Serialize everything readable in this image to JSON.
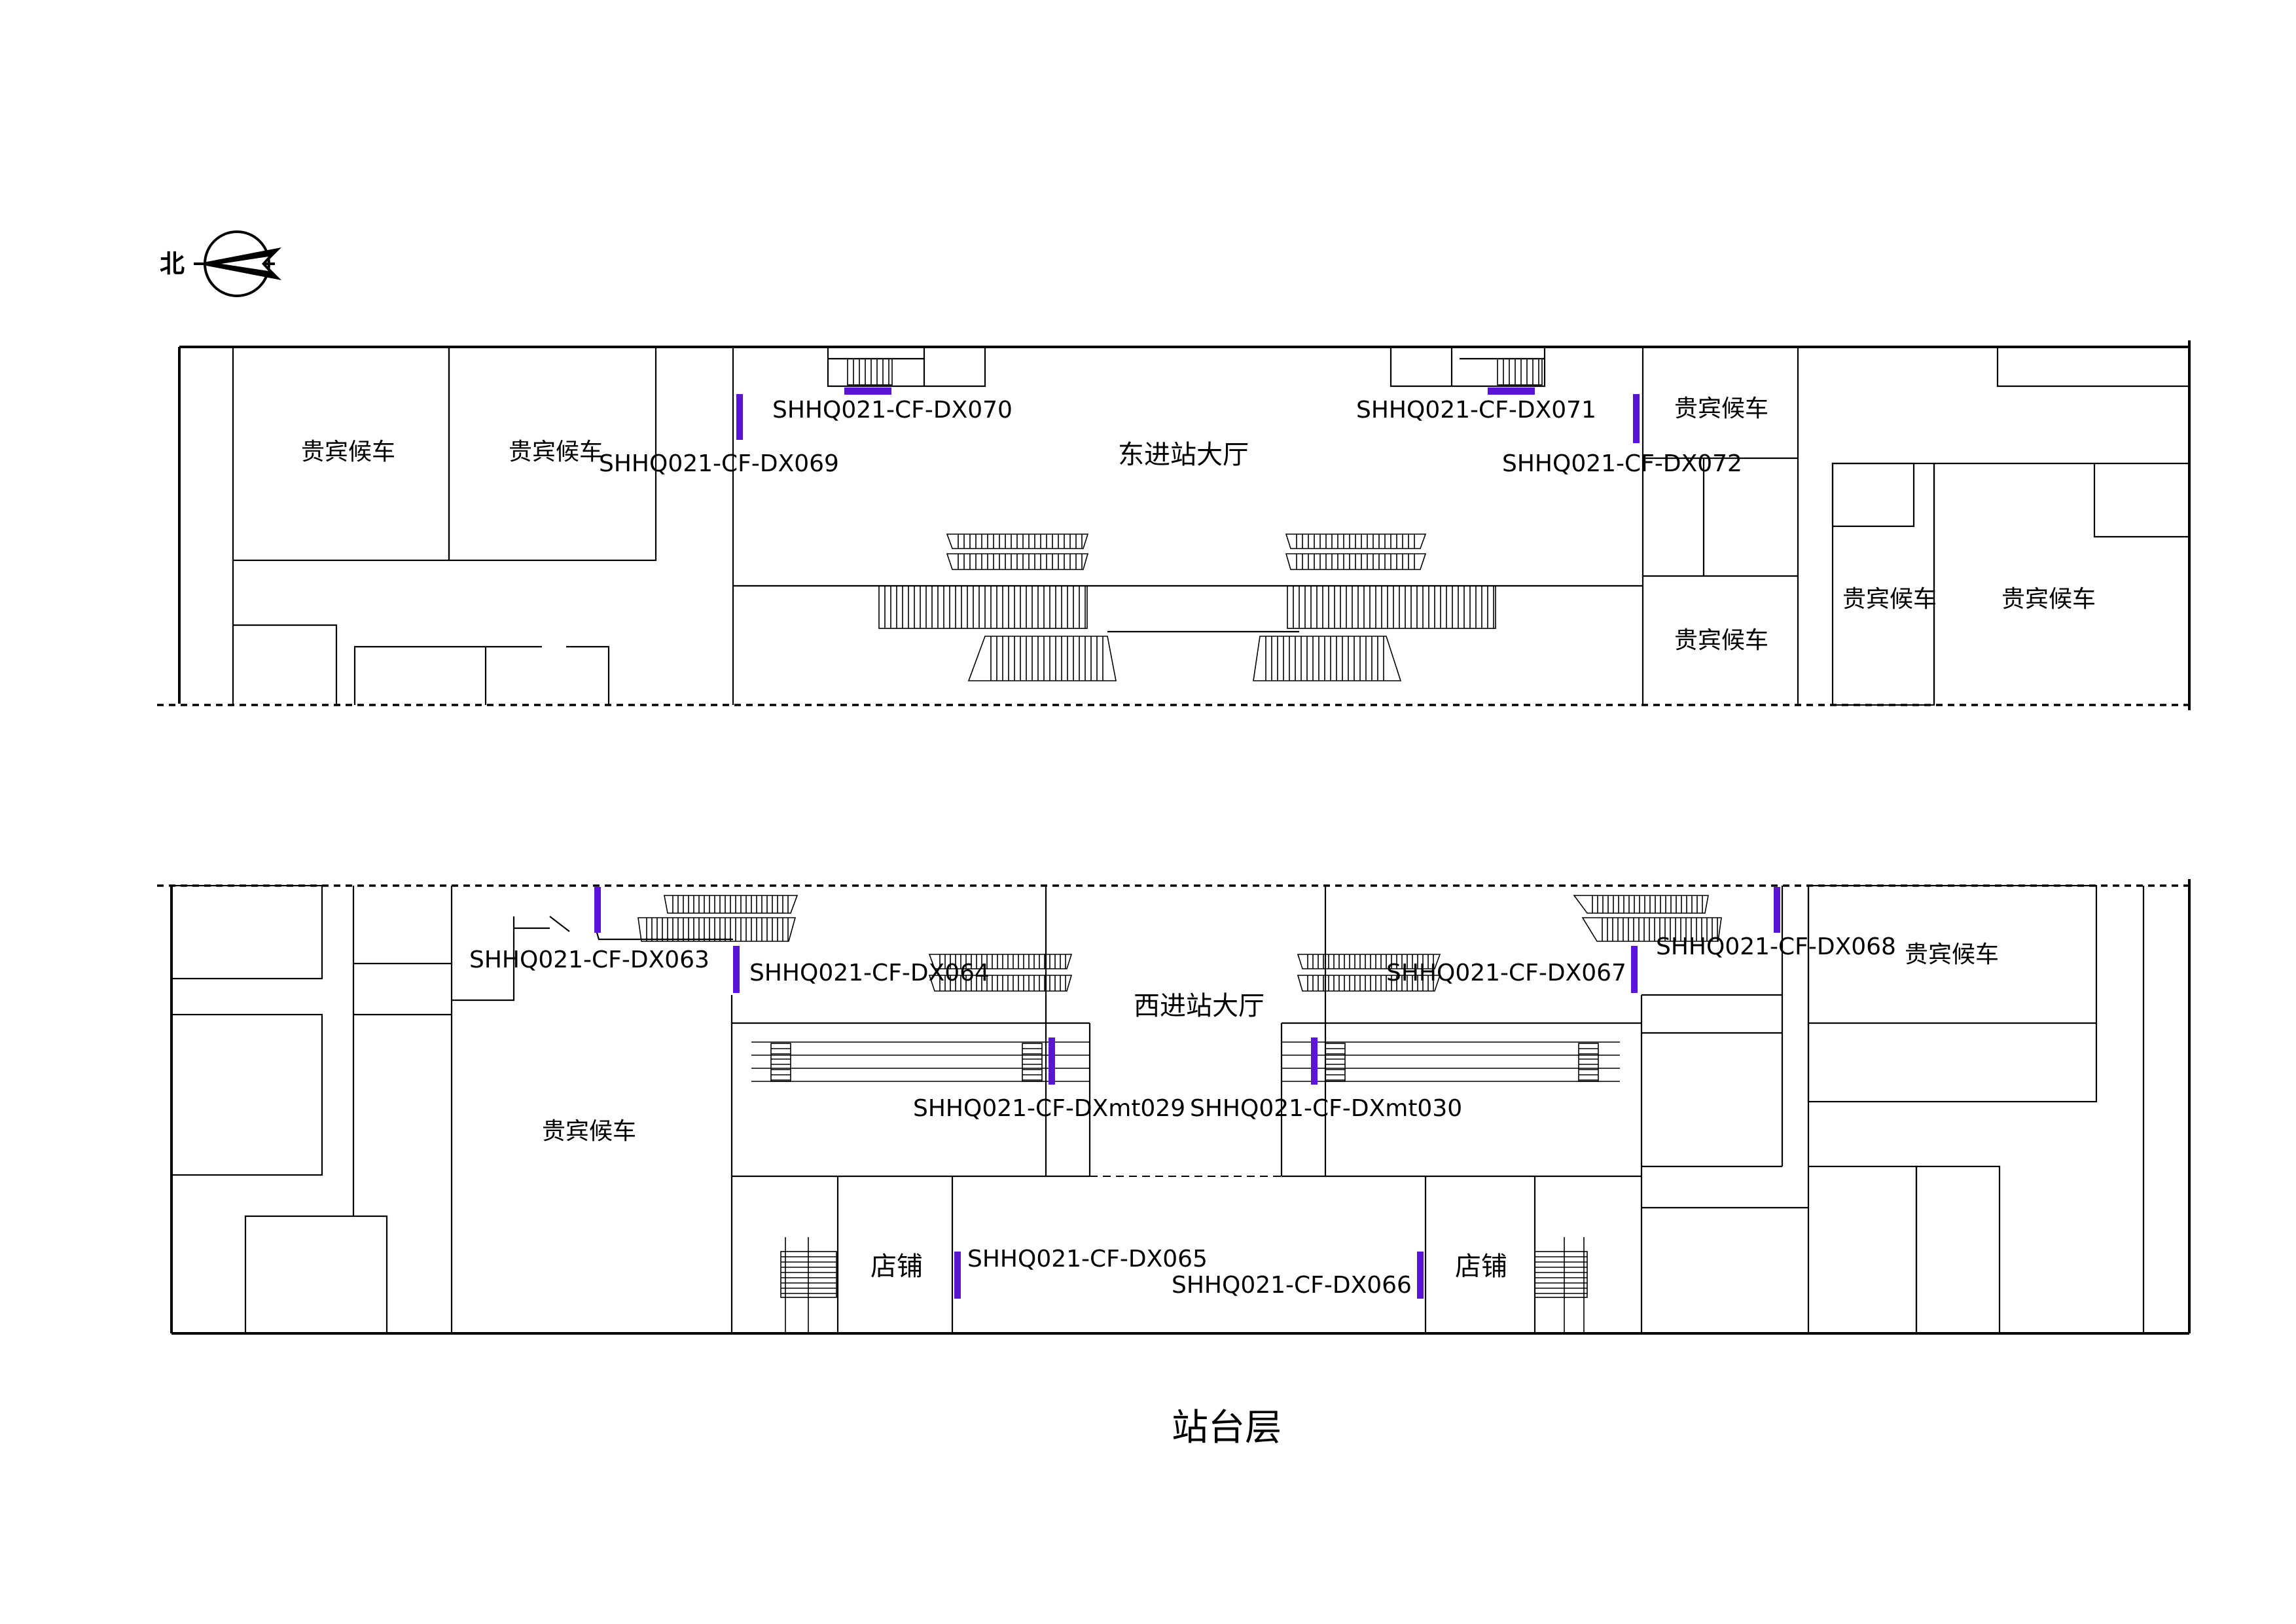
{
  "plan_title": "站台层",
  "north_label": "北",
  "colors": {
    "marker": "#5a14d6",
    "line": "#000000",
    "background": "#ffffff"
  },
  "halls": {
    "east": "东进站大厅",
    "west": "西进站大厅"
  },
  "rooms": {
    "vip": "贵宾候车",
    "shop": "店铺"
  },
  "ad_codes": {
    "dx063": "SHHQ021-CF-DX063",
    "dx064": "SHHQ021-CF-DX064",
    "dx065": "SHHQ021-CF-DX065",
    "dx066": "SHHQ021-CF-DX066",
    "dx067": "SHHQ021-CF-DX067",
    "dx068": "SHHQ021-CF-DX068",
    "dx069": "SHHQ021-CF-DX069",
    "dx070": "SHHQ021-CF-DX070",
    "dx071": "SHHQ021-CF-DX071",
    "dx072": "SHHQ021-CF-DX072",
    "dxmt029": "SHHQ021-CF-DXmt029",
    "dxmt030": "SHHQ021-CF-DXmt030"
  }
}
